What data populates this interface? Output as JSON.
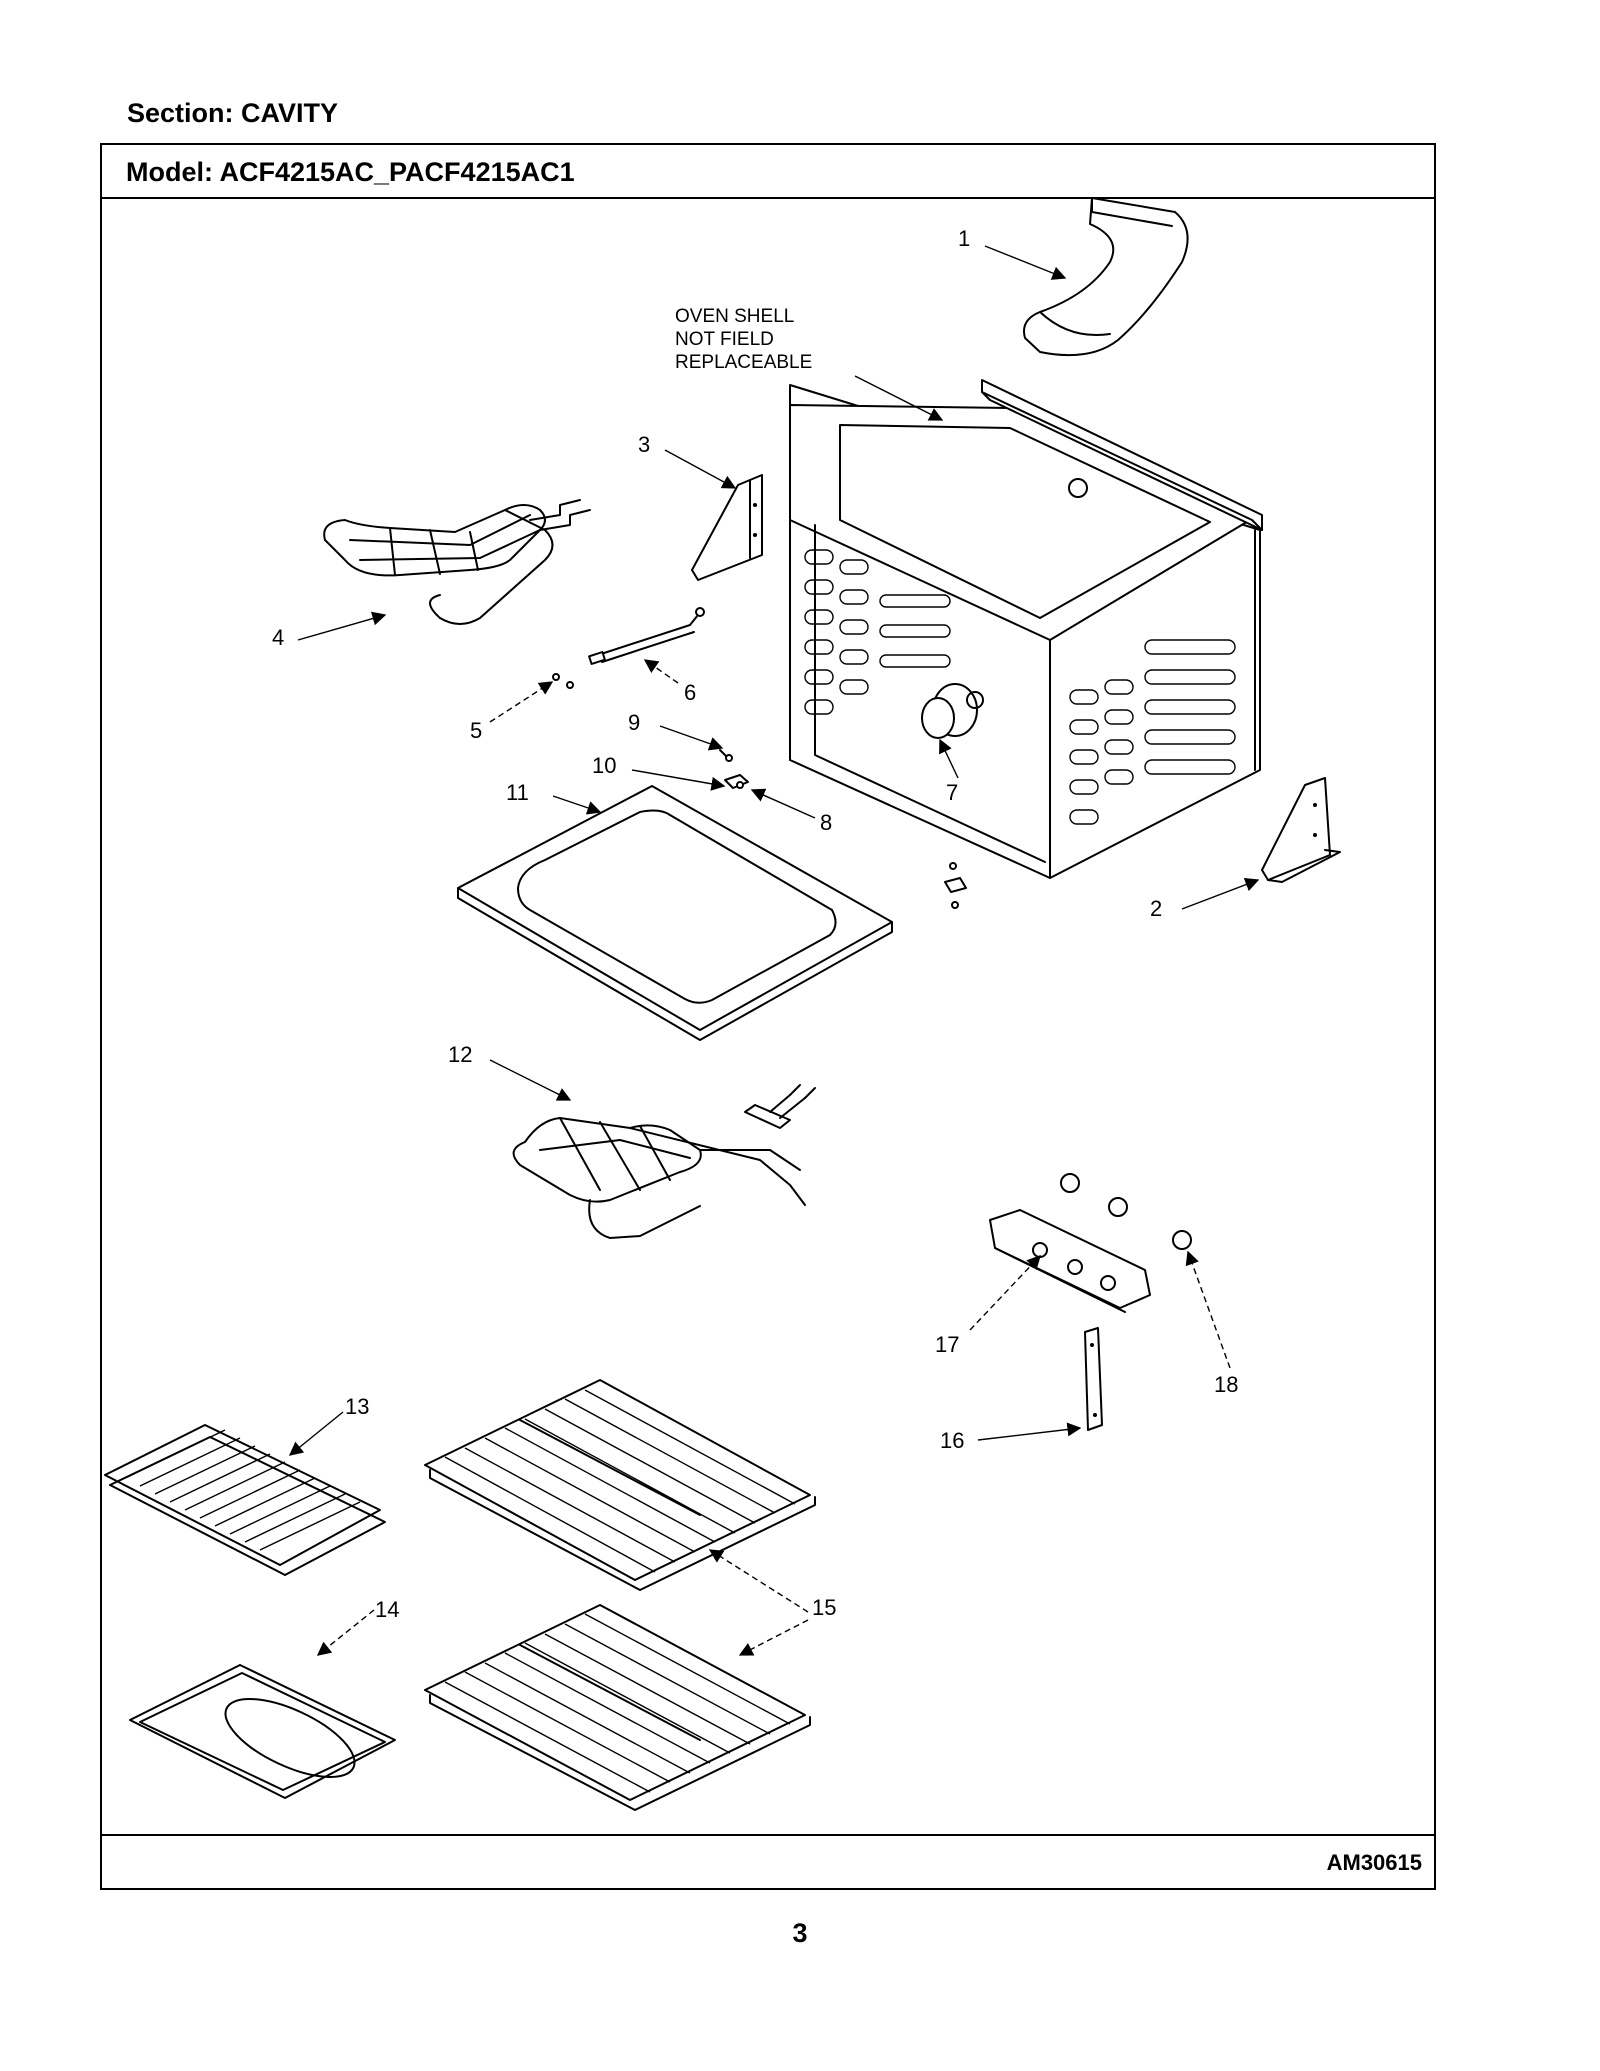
{
  "section_title": "Section:  CAVITY",
  "model_title": "Model:  ACF4215AC_PACF4215AC1",
  "doc_code": "AM30615",
  "page_number": "3",
  "note_lines": [
    "OVEN SHELL",
    "NOT FIELD",
    "REPLACEABLE"
  ],
  "callouts": {
    "c1": "1",
    "c2": "2",
    "c3": "3",
    "c4": "4",
    "c5": "5",
    "c6": "6",
    "c7": "7",
    "c8": "8",
    "c9": "9",
    "c10": "10",
    "c11": "11",
    "c12": "12",
    "c13": "13",
    "c14": "14",
    "c15": "15",
    "c16": "16",
    "c17": "17",
    "c18": "18"
  }
}
